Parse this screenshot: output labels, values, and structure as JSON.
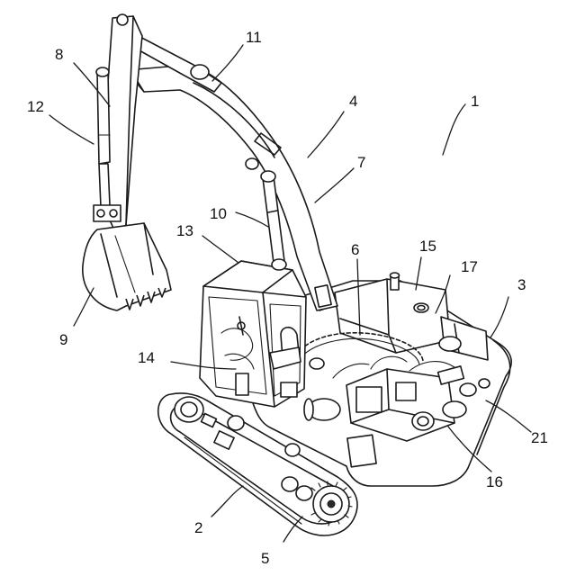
{
  "reference_numerals": {
    "machine": "1",
    "lower_travel_body": "2",
    "upper_swing_body": "3",
    "front_work_device": "4",
    "sprocket": "5",
    "swing_circle": "6",
    "boom": "7",
    "arm": "8",
    "bucket": "9",
    "boom_cylinder": "10",
    "arm_cylinder": "11",
    "bucket_cylinder": "12",
    "cab": "13",
    "operator_seat": "14",
    "fuel_tank": "15",
    "engine": "16",
    "hydraulic_oil_tank": "17",
    "hydraulic_pump": "21"
  }
}
